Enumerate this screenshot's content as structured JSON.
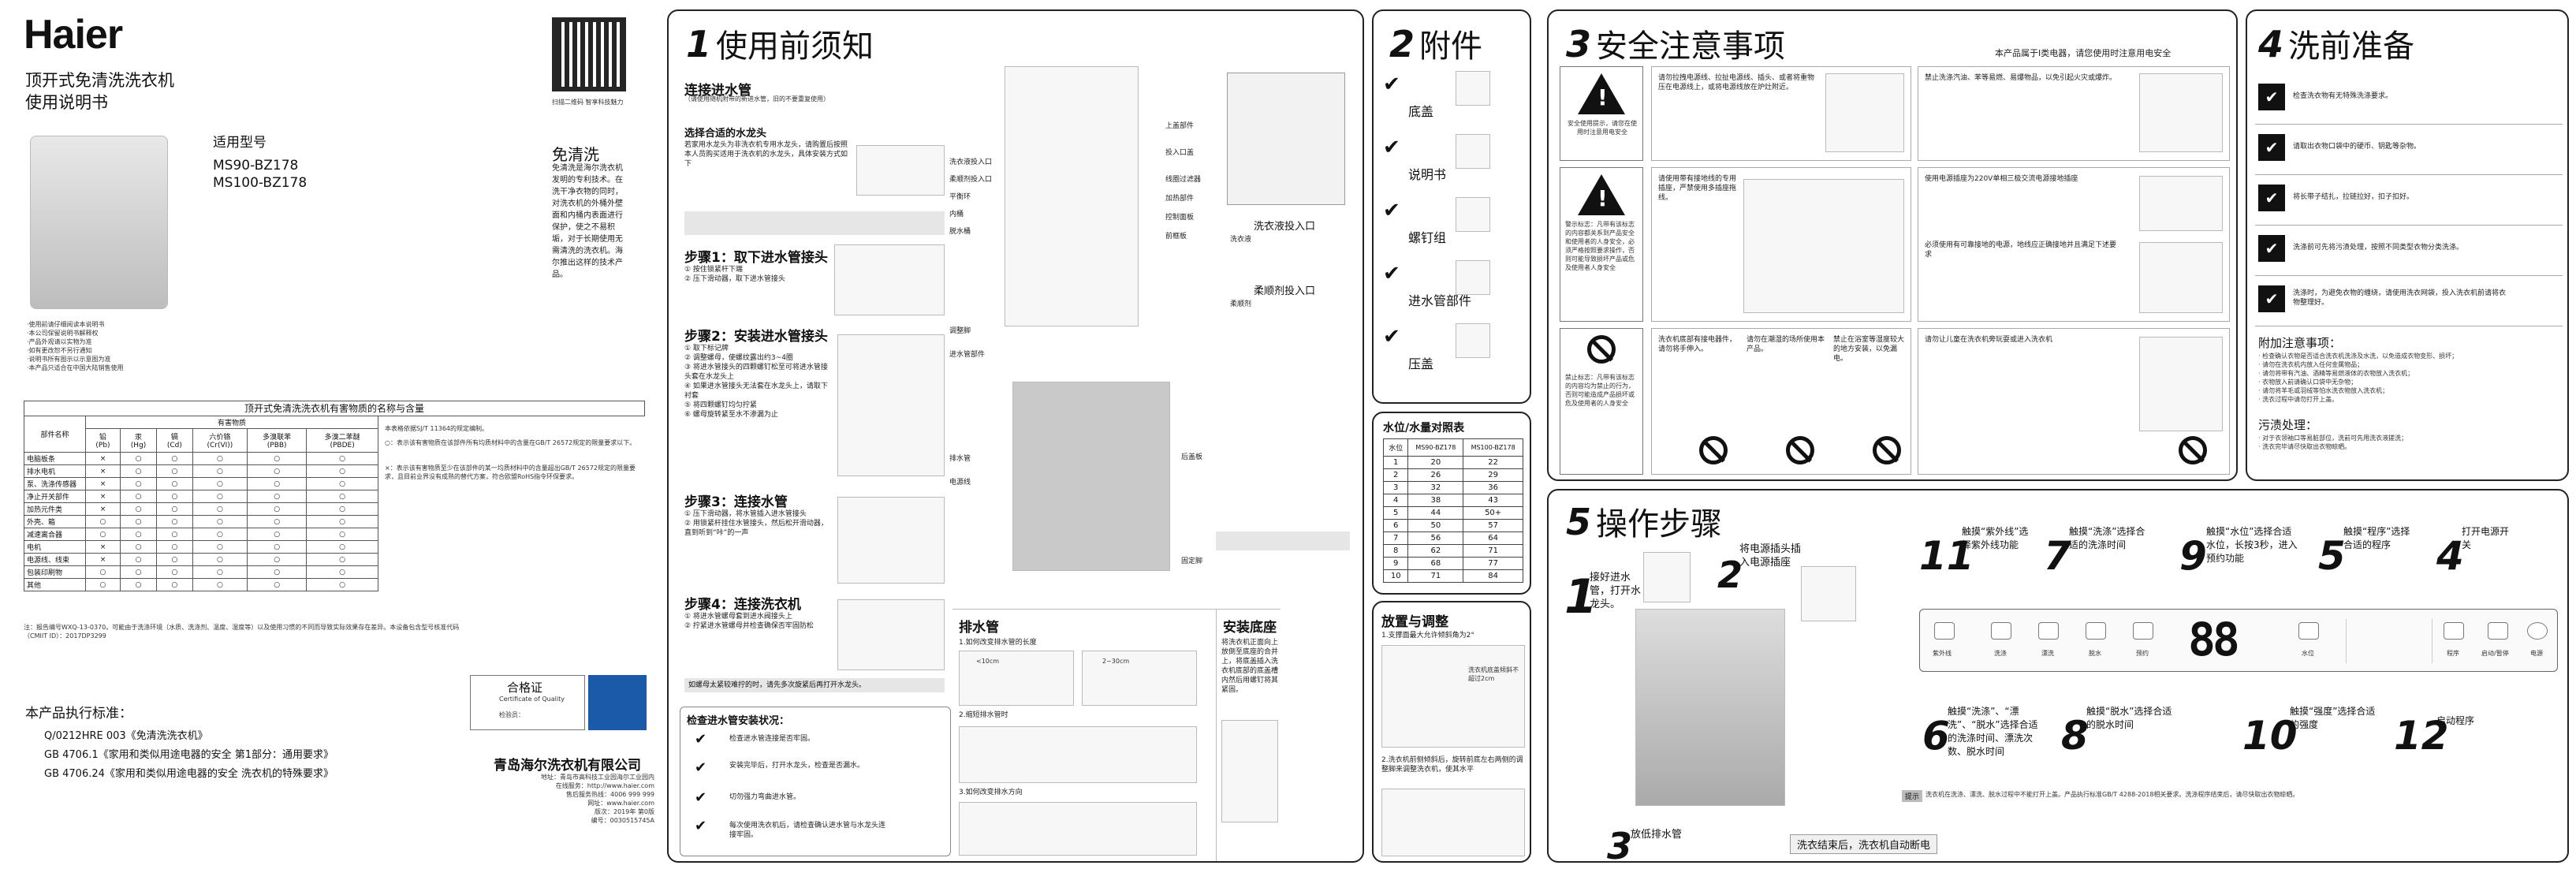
{
  "cover": {
    "brand": "Haier",
    "title_line1": "顶开式免清洗洗衣机",
    "title_line2": "使用说明书",
    "models_label": "适用型号",
    "model_1": "MS90-BZ178",
    "model_2": "MS100-BZ178",
    "qr_caption": "扫描二维码 智享科技魅力",
    "feature_title": "免清洗",
    "feature_text": "免清洗是海尔洗衣机发明的专利技术。在洗干净衣物的同时，对洗衣机的外桶外壁面和内桶内表面进行保护，使之不易积垢，对于长期使用无需清洗的洗衣机。海尔推出这样的技术产品。",
    "notes": [
      "·使用前请仔细阅读本说明书",
      "·本公司保留说明书解释权",
      "·产品外观请以实物为准",
      "·如有更改恕不另行通知",
      "·说明书所有图示以示意图为准",
      "·本产品只适合在中国大陆销售使用"
    ],
    "std_title": "本产品执行标准：",
    "std_1": "Q/0212HRE 003《免清洗洗衣机》",
    "std_2": "GB 4706.1《家用和类似用途电器的安全 第1部分：通用要求》",
    "std_3": "GB 4706.24《家用和类似用途电器的安全 洗衣机的特殊要求》",
    "cert_title": "合格证",
    "cert_sub": "Certificate of Quality",
    "cert_inspector": "检验员：",
    "company": "青岛海尔洗衣机有限公司",
    "company_info": [
      "地址：青岛市高科技工业园海尔工业园内",
      "在线服务：http://www.haier.com",
      "售后服务热线：4006 999 999",
      "网址：www.haier.com",
      "版次：2019年 第0版",
      "编号：0030515745A"
    ]
  },
  "rohs": {
    "title": "顶开式免清洗洗衣机有害物质的名称与含量",
    "col_part": "部件名称",
    "col_group": "有害物质",
    "cols": [
      "铅\n(Pb)",
      "汞\n(Hg)",
      "镉\n(Cd)",
      "六价铬\n(Cr(VI))",
      "多溴联苯\n(PBB)",
      "多溴二苯醚\n(PBDE)"
    ],
    "rows": [
      {
        "name": "电脑板条",
        "vals": [
          "×",
          "○",
          "○",
          "○",
          "○",
          "○"
        ]
      },
      {
        "name": "排水电机",
        "vals": [
          "×",
          "○",
          "○",
          "○",
          "○",
          "○"
        ]
      },
      {
        "name": "泵、洗涤传感器",
        "vals": [
          "×",
          "○",
          "○",
          "○",
          "○",
          "○"
        ]
      },
      {
        "name": "净止开关部件",
        "vals": [
          "×",
          "○",
          "○",
          "○",
          "○",
          "○"
        ]
      },
      {
        "name": "加热元件类",
        "vals": [
          "×",
          "○",
          "○",
          "○",
          "○",
          "○"
        ]
      },
      {
        "name": "外壳、箱",
        "vals": [
          "○",
          "○",
          "○",
          "○",
          "○",
          "○"
        ]
      },
      {
        "name": "减速离合器",
        "vals": [
          "○",
          "○",
          "○",
          "○",
          "○",
          "○"
        ]
      },
      {
        "name": "电机",
        "vals": [
          "×",
          "○",
          "○",
          "○",
          "○",
          "○"
        ]
      },
      {
        "name": "电源线、线束",
        "vals": [
          "×",
          "○",
          "○",
          "○",
          "○",
          "○"
        ]
      },
      {
        "name": "包装印刷物",
        "vals": [
          "○",
          "○",
          "○",
          "○",
          "○",
          "○"
        ]
      },
      {
        "name": "其他",
        "vals": [
          "○",
          "○",
          "○",
          "○",
          "○",
          "○"
        ]
      }
    ],
    "side_note": "本表格依据SJ/T 11364的规定编制。",
    "circle_note": "○：表示该有害物质在该部件所有均质材料中的含量在GB/T 26572规定的限量要求以下。",
    "cross_note": "×：表示该有害物质至少在该部件的某一均质材料中的含量超出GB/T 26572规定的限量要求，且目前业界没有成熟的替代方案，符合欧盟RoHS指令环保要求。",
    "footnote": "注：报告编号WXQ-13-0370。可能由于洗涤环境（水质、洗涤剂、温度、湿度等）以及使用习惯的不同而导致实际效果存在差异。本设备包含型号核准代码（CMIIT ID）：2017DP3299"
  },
  "section1": {
    "num": "1",
    "title": "使用前须知",
    "connect_title": "连接进水管",
    "connect_sub": "（请使用随机附带的新进水管，旧的不要重复使用）",
    "choose_faucet": "选择合适的水龙头",
    "choose_text": "若家用水龙头为非洗衣机专用水龙头，请购置后按照本人员购买适用于洗衣机的水龙头，具体安装方式如下",
    "step1_title": "步骤1：取下进水管接头",
    "step1_items": [
      "① 按住锁紧杆下端",
      "② 压下滑动器，取下进水管接头"
    ],
    "step2_title": "步骤2：安装进水管接头",
    "step2_items": [
      "① 取下标记牌",
      "② 调整螺母，使螺纹露出约3~4圈",
      "③ 将进水管接头的四颗螺钉松至可将进水管接头套在水龙头上",
      "④ 如果进水管接头无法套在水龙头上，请取下衬套",
      "⑤ 将四颗螺钉均匀拧紧",
      "⑥ 螺母旋转紧至水不渗漏为止"
    ],
    "step3_title": "步骤3：连接水管",
    "step3_items": [
      "① 压下滑动器，将水管插入进水管接头",
      "② 用锁紧杆挂住水管接头，然后松开滑动器，直到听到“咔”的一声"
    ],
    "step4_title": "步骤4：连接洗衣机",
    "step4_items": [
      "① 将进水管螺母套到进水阀接头上",
      "② 拧紧进水管螺母并检查确保否牢固防松"
    ],
    "step4_note": "如螺母太紧较难拧的时，请先多次旋紧后再打开水龙头。",
    "install_check_title": "检查进水管安装状况：",
    "install_checks": [
      "检查进水管连接是否牢固。",
      "安装完毕后，打开水龙头，检查是否漏水。",
      "切勿强力弯曲进水管。",
      "每次使用洗衣机后，请检查确认进水管与水龙头连接牢固。"
    ],
    "parts_top": [
      "上盖部件",
      "投入口盖",
      "线圈过滤器",
      "加热部件",
      "控制面板",
      "前框板"
    ],
    "parts_label": [
      "洗衣液投入口",
      "柔顺剂投入口",
      "平衡环",
      "内桶",
      "脱水桶"
    ],
    "parts_back": [
      "调整脚",
      "进水管部件",
      "排水管",
      "电源线",
      "后盖板",
      "固定脚"
    ],
    "detergent_title": "洗衣液投入口",
    "detergent_sub": "洗衣液",
    "softener_title": "柔顺剂投入口",
    "softener_sub": "柔顺剂"
  },
  "section2": {
    "num": "2",
    "title": "附件",
    "items": [
      "底盖",
      "说明书",
      "螺钉组",
      "进水管部件",
      "压盖"
    ]
  },
  "waterlevel": {
    "title": "水位/水量对照表",
    "col_level": "水位",
    "col_m1": "MS90-BZ178",
    "col_m2": "MS100-BZ178",
    "rows": [
      [
        "1",
        "20",
        "22"
      ],
      [
        "2",
        "26",
        "29"
      ],
      [
        "3",
        "32",
        "36"
      ],
      [
        "4",
        "38",
        "43"
      ],
      [
        "5",
        "44",
        "50+"
      ],
      [
        "6",
        "50",
        "57"
      ],
      [
        "7",
        "56",
        "64"
      ],
      [
        "8",
        "62",
        "71"
      ],
      [
        "9",
        "68",
        "77"
      ],
      [
        "10",
        "71",
        "84"
      ]
    ]
  },
  "drain": {
    "title": "排水管",
    "s1": "1.如何改变排水管的长度",
    "s2": "2.缩短排水管时",
    "s3": "3.如何改变排水方向",
    "l1": "<10cm",
    "l2": "2~30cm"
  },
  "install": {
    "title": "安装底座",
    "text": "将洗衣机正面向上放倒至底座的合并上，将底盖插入洗衣机底部的底盖槽内然后用螺钉将其紧固。"
  },
  "level": {
    "title": "放置与调整",
    "s1": "1.支撑面最大允许倾斜角为2°",
    "s2": "2.洗衣机前侧倾斜后，旋转前底左右两侧的调整脚来调整洗衣机，使其水平",
    "angle_label": "洗衣机底盖倾斜不超过2cm"
  },
  "section3": {
    "num": "3",
    "title": "安全注意事项",
    "sub": "本产品属于I类电器，请您使用时注意用电安全",
    "warn1": "安全使用提示，请您在使用时注意用电安全",
    "warn2": "警示标志：凡带有该标志的内容都关系到产品安全和使用者的人身安全，必须严格按照要求操作，否则可能导致损坏产品或危及使用者人身安全",
    "warn3": "禁止标志：凡带有该标志的内容均为禁止的行为，否则可能造成产品损坏或危及使用者的人身安全",
    "items": [
      "请勿拉拽电源线、拉扯电源线、插头、或者将重物压在电源线上，或将电源线放在炉灶附近。",
      "禁止洗涤汽油、苯等易燃、易爆物品，以免引起火灾或爆炸。",
      "请使用带有接地线的专用插座，严禁使用多插座拖线。",
      "洗衣机底部有接电器件，请勿将手伸入。",
      "请勿在潮湿的场所使用本产品。",
      "禁止在浴室等湿度较大的地方安装，以免漏电。"
    ],
    "power_note": "使用电源插座为220V单相三极交流电源接地插座",
    "ground_note": "必须使用有可靠接地的电源，地线应正确接地并且满足下述要求",
    "children_note": "请勿让儿童在洗衣机旁玩耍或进入洗衣机"
  },
  "section4": {
    "num": "4",
    "title": "洗前准备",
    "items": [
      "检查洗衣物有无特殊洗涤要求。",
      "请取出衣物口袋中的硬币、钥匙等杂物。",
      "将长带子结扎，拉链拉好，扣子扣好。",
      "洗涤前可先将污渍处理，按照不同类型衣物分类洗涤。",
      "洗涤时，为避免衣物的缠绕，请使用洗衣网袋，投入洗衣机前请将衣物整理好。"
    ],
    "attention_title": "附加注意事项：",
    "attention": [
      "· 检查确认衣物是否适合洗衣机洗涤及水洗，以免造成衣物变形、损坏；",
      "· 请勿在洗衣机内放入任何金属物品；",
      "· 请勿将带有汽油、酒精等易燃液体的衣物放入洗衣机；",
      "· 衣物放入前请确认口袋中无杂物；",
      "· 请勿将羊毛或羽绒等怕水洗衣物放入洗衣机；",
      "· 洗衣过程中请勿打开上盖。"
    ],
    "dirt_title": "污渍处理：",
    "dirt": [
      "· 对于衣领袖口等易脏部位，洗前可先用洗衣液搓洗；",
      "· 洗衣完毕请尽快取出衣物晾晒。"
    ]
  },
  "section5": {
    "num": "5",
    "title": "操作步骤",
    "steps": [
      {
        "n": "1",
        "text": "接好进水管，打开水龙头。"
      },
      {
        "n": "2",
        "text": "将电源插头插入电源插座"
      },
      {
        "n": "3",
        "text": "放低排水管"
      },
      {
        "n": "4",
        "text": "打开电源开关"
      },
      {
        "n": "5",
        "text": "触摸“程序”选择合适的程序"
      },
      {
        "n": "6",
        "text": "触摸“洗涤”、“漂洗”、“脱水”选择合适的洗涤时间、漂洗次数、脱水时间"
      },
      {
        "n": "7",
        "text": "触摸“洗涤”选择合适的洗涤时间"
      },
      {
        "n": "8",
        "text": "触摸“脱水”选择合适的脱水时间"
      },
      {
        "n": "9",
        "text": "触摸“水位”选择合适水位，长按3秒，进入预约功能"
      },
      {
        "n": "10",
        "text": "触摸“强度”选择合适的强度"
      },
      {
        "n": "11",
        "text": "触摸“紫外线”选择紫外线功能"
      },
      {
        "n": "12",
        "text": "启动程序"
      }
    ],
    "panel_buttons": [
      "紫外线",
      "洗涤",
      "漂洗",
      "脱水",
      "预约",
      "水位",
      "程序",
      "启动/暂停",
      "电源"
    ],
    "display": "88",
    "end_text": "洗衣结束后，洗衣机自动断电",
    "note": "洗衣机在洗涤、漂洗、脱水过程中不能打开上盖。产品执行标准GB/T 4288-2018相关要求。洗涤程序结束后，请尽快取出衣物晾晒。",
    "tip_label": "提示"
  },
  "colors": {
    "border": "#222222",
    "note_bg": "#e6e6e6",
    "blue": "#1a5aa8"
  }
}
